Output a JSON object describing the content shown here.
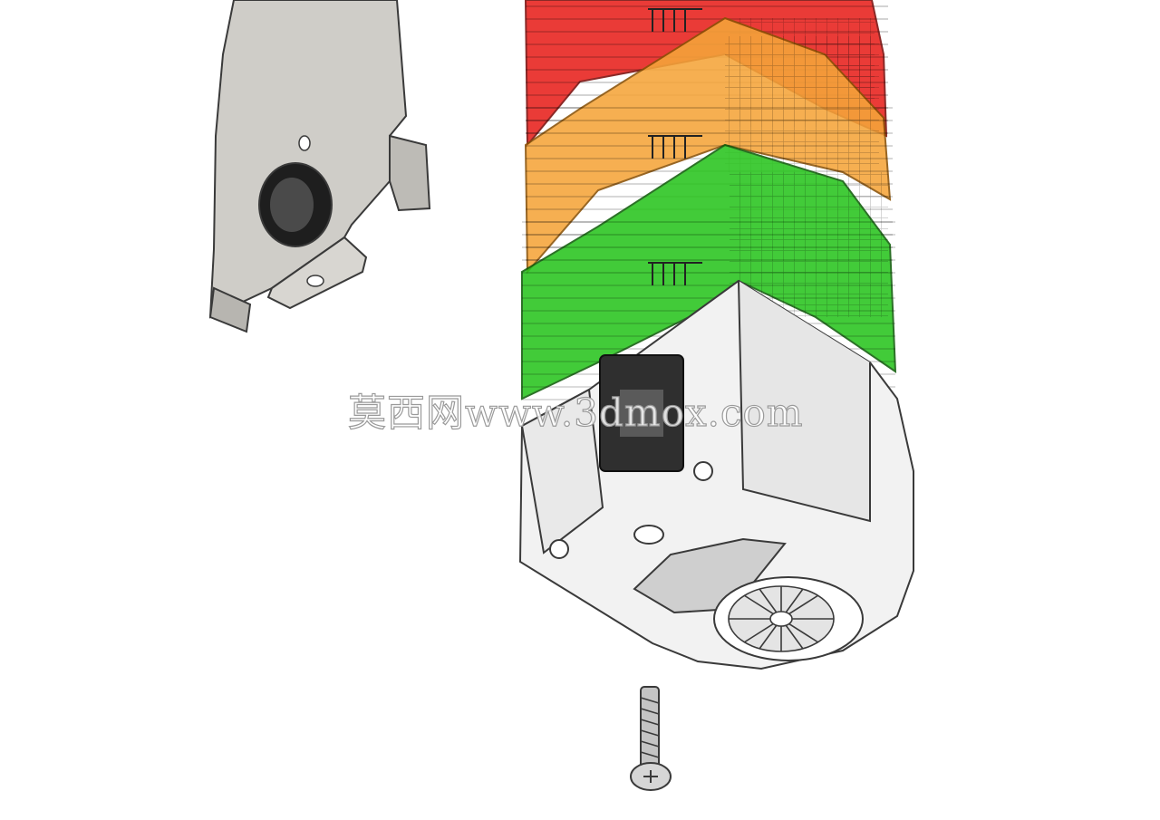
{
  "watermark": {
    "text": "莫西网www.3dmox.com"
  },
  "colors": {
    "background": "#ffffff",
    "red_module": "#e8201c",
    "amber_module": "#f5a53a",
    "green_module": "#29c41e",
    "housing": "#f2f2f2",
    "bracket": "#c9c7c2",
    "outline": "#3a3a3a"
  },
  "parts": [
    "mounting-bracket",
    "red-light-module",
    "amber-light-module",
    "green-light-module",
    "buzzer-base-housing",
    "mounting-screw"
  ]
}
